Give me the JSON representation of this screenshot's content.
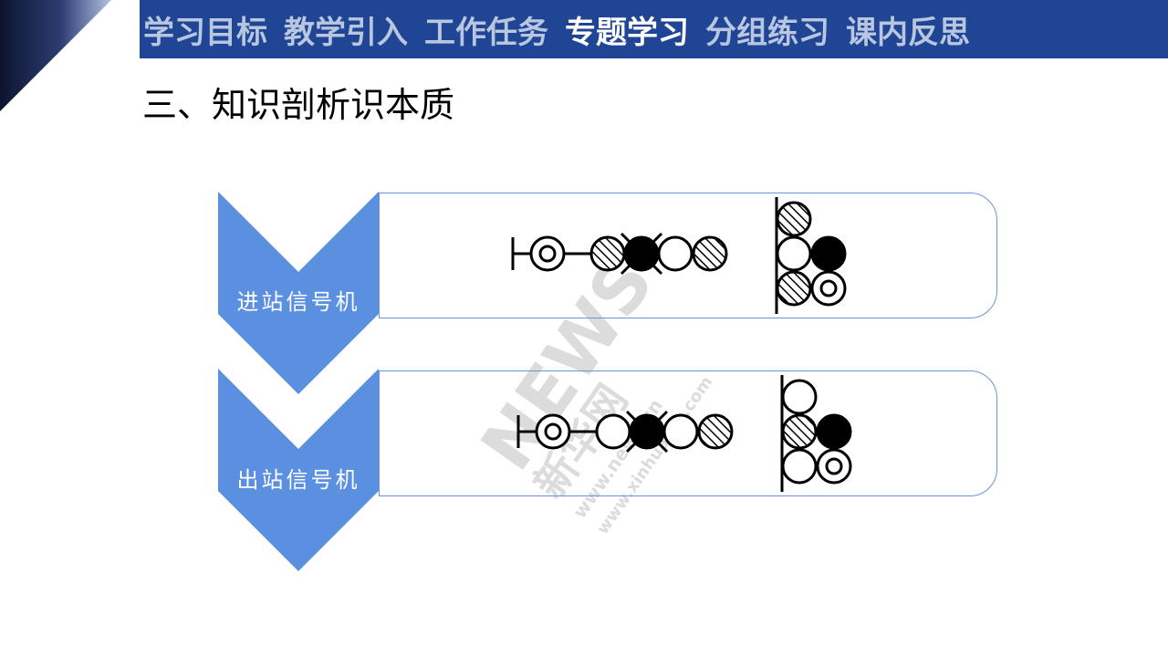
{
  "nav": {
    "tabs": [
      {
        "label": "学习目标",
        "active": false
      },
      {
        "label": "教学引入",
        "active": false
      },
      {
        "label": "工作任务",
        "active": false
      },
      {
        "label": "专题学习",
        "active": true
      },
      {
        "label": "分组练习",
        "active": false
      },
      {
        "label": "课内反思",
        "active": false
      }
    ]
  },
  "section": {
    "title": "三、知识剖析识本质"
  },
  "items": [
    {
      "label": "进站信号机"
    },
    {
      "label": "出站信号机"
    }
  ],
  "watermark": {
    "site": "www.news.cn",
    "brand": "新华网",
    "logo": "NEWS",
    "site2": "www.xinhuanet.com"
  },
  "colors": {
    "nav_bg": "#1f4594",
    "nav_text": "#b9c6e0",
    "nav_active": "#ffffff",
    "chevron": "#5b8fe0",
    "panel_border": "#6d93d6"
  }
}
